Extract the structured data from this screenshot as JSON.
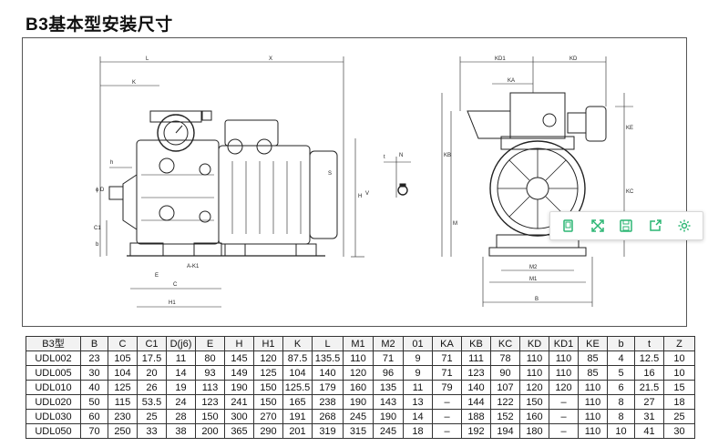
{
  "title": "B3基本型安装尺寸",
  "drawing": {
    "front_labels": [
      "L",
      "X",
      "K",
      "H1",
      "C",
      "C1",
      "H",
      "h",
      "ϕ D",
      "S",
      "E",
      "b",
      "A-K1",
      "V"
    ],
    "side_labels": [
      "KD1",
      "KD",
      "KA",
      "KB",
      "M",
      "KE",
      "KC",
      "M2",
      "M1",
      "B"
    ],
    "small_labels": [
      "t",
      "N"
    ]
  },
  "toolbar": {
    "icons": [
      "copy-icon",
      "fullscreen-icon",
      "save-icon",
      "share-icon",
      "settings-icon"
    ]
  },
  "table": {
    "headers": [
      "B3型",
      "B",
      "C",
      "C1",
      "D(j6)",
      "E",
      "H",
      "H1",
      "K",
      "L",
      "M1",
      "M2",
      "01",
      "KA",
      "KB",
      "KC",
      "KD",
      "KD1",
      "KE",
      "b",
      "t",
      "Z"
    ],
    "rows": [
      [
        "UDL002",
        "23",
        "105",
        "17.5",
        "11",
        "80",
        "145",
        "120",
        "87.5",
        "135.5",
        "110",
        "71",
        "9",
        "71",
        "111",
        "78",
        "110",
        "110",
        "85",
        "4",
        "12.5",
        "10"
      ],
      [
        "UDL005",
        "30",
        "104",
        "20",
        "14",
        "93",
        "149",
        "125",
        "104",
        "140",
        "120",
        "96",
        "9",
        "71",
        "123",
        "90",
        "110",
        "110",
        "85",
        "5",
        "16",
        "10"
      ],
      [
        "UDL010",
        "40",
        "125",
        "26",
        "19",
        "113",
        "190",
        "150",
        "125.5",
        "179",
        "160",
        "135",
        "11",
        "79",
        "140",
        "107",
        "120",
        "120",
        "110",
        "6",
        "21.5",
        "15"
      ],
      [
        "UDL020",
        "50",
        "115",
        "53.5",
        "24",
        "123",
        "241",
        "150",
        "165",
        "238",
        "190",
        "143",
        "13",
        "–",
        "144",
        "122",
        "150",
        "–",
        "110",
        "8",
        "27",
        "18"
      ],
      [
        "UDL030",
        "60",
        "230",
        "25",
        "28",
        "150",
        "300",
        "270",
        "191",
        "268",
        "245",
        "190",
        "14",
        "–",
        "188",
        "152",
        "160",
        "–",
        "110",
        "8",
        "31",
        "25"
      ],
      [
        "UDL050",
        "70",
        "250",
        "33",
        "38",
        "200",
        "365",
        "290",
        "201",
        "319",
        "315",
        "245",
        "18",
        "–",
        "192",
        "194",
        "180",
        "–",
        "110",
        "10",
        "41",
        "30"
      ]
    ]
  }
}
